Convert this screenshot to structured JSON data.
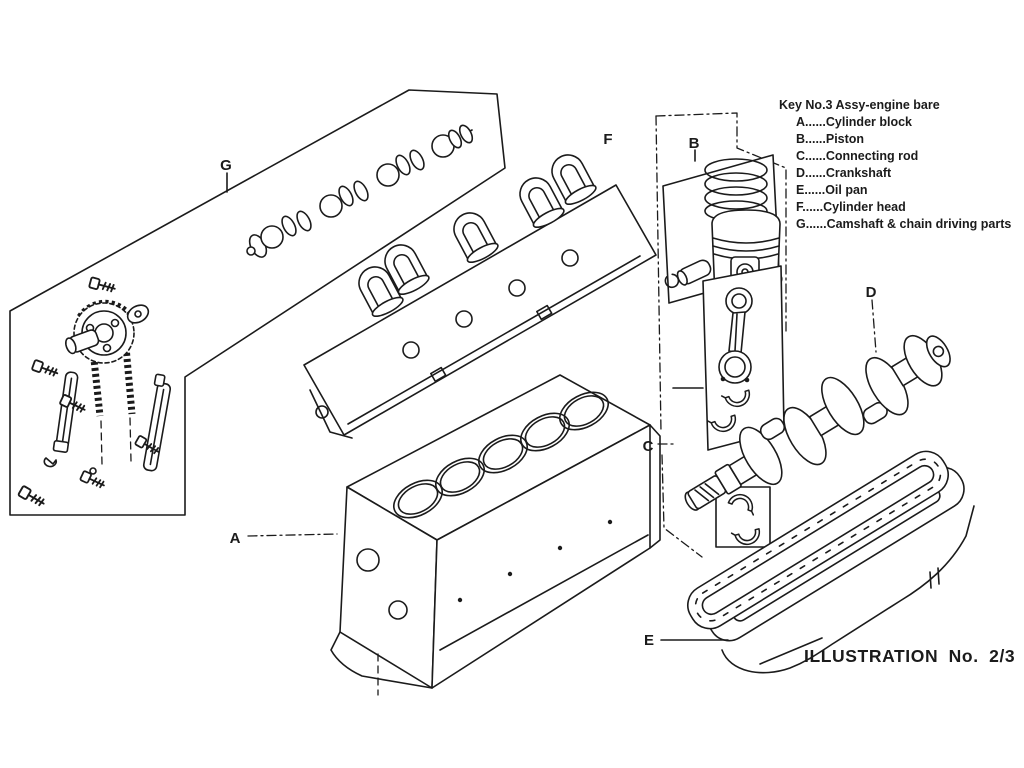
{
  "colors": {
    "background": "#ffffff",
    "ink": "#1b1b1b"
  },
  "key": {
    "title": "Key No.3 Assy-engine bare",
    "separator": "......",
    "items": [
      {
        "letter": "A",
        "name": "Cylinder block"
      },
      {
        "letter": "B",
        "name": "Piston"
      },
      {
        "letter": "C",
        "name": "Connecting rod"
      },
      {
        "letter": "D",
        "name": "Crankshaft"
      },
      {
        "letter": "E",
        "name": "Oil pan"
      },
      {
        "letter": "F",
        "name": "Cylinder head"
      },
      {
        "letter": "G",
        "name": "Camshaft & chain driving parts"
      }
    ]
  },
  "diagram_labels": {
    "cylinder_block": "A",
    "piston": "B",
    "connecting_rod": "C",
    "crankshaft": "D",
    "oil_pan": "E",
    "cylinder_head": "F",
    "camshaft_chain": "G"
  },
  "footer": {
    "illustration_label": "ILLUSTRATION No. 2/3"
  }
}
